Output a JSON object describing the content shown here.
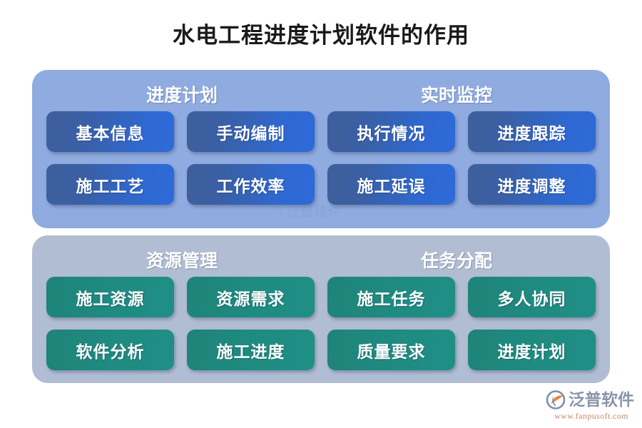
{
  "title": "水电工程进度计划软件的作用",
  "colors": {
    "panel_blue": "#8fabe0",
    "panel_gray": "#b0bdd2",
    "chip_blue": "#2f68cf",
    "chip_green": "#1f8a80",
    "title_text": "#1a1a1a",
    "logo_text": "#8a94ab",
    "logo_url": "#c98a6a",
    "logo_mark_orange": "#e8833a",
    "logo_mark_blue": "#7f8da8"
  },
  "panels": [
    {
      "id": "panel-schedule-monitor",
      "style": "blue",
      "headers": [
        {
          "label": "进度计划"
        },
        {
          "label": "实时监控"
        }
      ],
      "chips": [
        {
          "label": "基本信息"
        },
        {
          "label": "手动编制"
        },
        {
          "label": "执行情况"
        },
        {
          "label": "进度跟踪"
        },
        {
          "label": "施工工艺"
        },
        {
          "label": "工作效率"
        },
        {
          "label": "施工延误"
        },
        {
          "label": "进度调整"
        }
      ]
    },
    {
      "id": "panel-resource-task",
      "style": "gray",
      "headers": [
        {
          "label": "资源管理"
        },
        {
          "label": "任务分配"
        }
      ],
      "chips": [
        {
          "label": "施工资源"
        },
        {
          "label": "资源需求"
        },
        {
          "label": "施工任务"
        },
        {
          "label": "多人协同"
        },
        {
          "label": "软件分析"
        },
        {
          "label": "施工进度"
        },
        {
          "label": "质量要求"
        },
        {
          "label": "进度计划"
        }
      ]
    }
  ],
  "logo": {
    "name": "泛普软件",
    "url": "www.fanpusoft.com",
    "mark": "fanpu-swoosh-icon"
  }
}
